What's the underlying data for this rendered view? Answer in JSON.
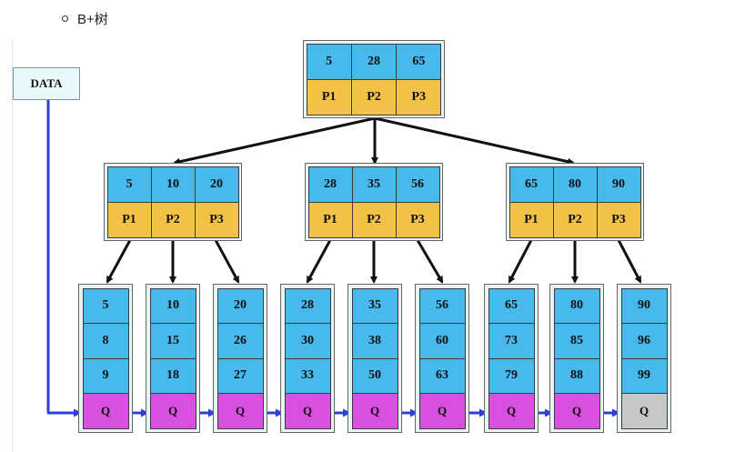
{
  "heading": {
    "text": "B+树"
  },
  "data_label": "DATA",
  "root": {
    "keys": [
      "5",
      "28",
      "65"
    ],
    "pointers": [
      "P1",
      "P2",
      "P3"
    ]
  },
  "internal": [
    {
      "keys": [
        "5",
        "10",
        "20"
      ],
      "pointers": [
        "P1",
        "P2",
        "P3"
      ]
    },
    {
      "keys": [
        "28",
        "35",
        "56"
      ],
      "pointers": [
        "P1",
        "P2",
        "P3"
      ]
    },
    {
      "keys": [
        "65",
        "80",
        "90"
      ],
      "pointers": [
        "P1",
        "P2",
        "P3"
      ]
    }
  ],
  "leaves": [
    {
      "values": [
        "5",
        "8",
        "9"
      ],
      "link": "Q"
    },
    {
      "values": [
        "10",
        "15",
        "18"
      ],
      "link": "Q"
    },
    {
      "values": [
        "20",
        "26",
        "27"
      ],
      "link": "Q"
    },
    {
      "values": [
        "28",
        "30",
        "33"
      ],
      "link": "Q"
    },
    {
      "values": [
        "35",
        "38",
        "50"
      ],
      "link": "Q"
    },
    {
      "values": [
        "56",
        "60",
        "63"
      ],
      "link": "Q"
    },
    {
      "values": [
        "65",
        "73",
        "79"
      ],
      "link": "Q"
    },
    {
      "values": [
        "80",
        "85",
        "88"
      ],
      "link": "Q"
    },
    {
      "values": [
        "90",
        "96",
        "99"
      ],
      "link": "Q"
    }
  ],
  "colors": {
    "key_cell": "#47b9ea",
    "pointer_cell": "#f2c146",
    "link_cell": "#d94fe0",
    "last_link_cell": "#c7c7c7",
    "leaf_chain_arrow": "#2d3fd6",
    "tree_arrow": "#111111"
  }
}
